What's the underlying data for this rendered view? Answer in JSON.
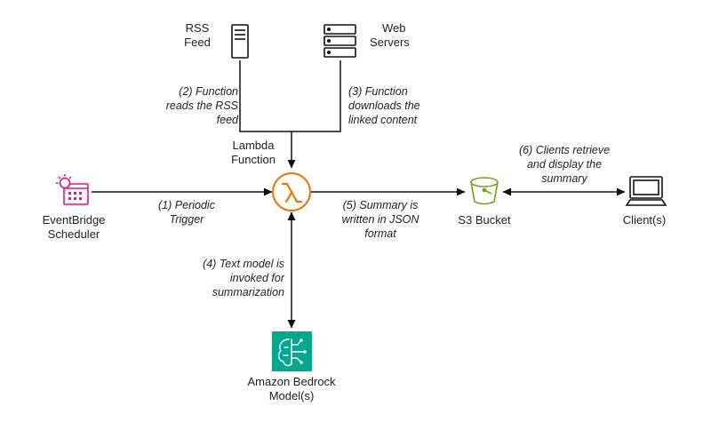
{
  "nodes": {
    "rss_feed": [
      "RSS",
      "Feed"
    ],
    "web_servers": [
      "Web",
      "Servers"
    ],
    "lambda": [
      "Lambda",
      "Function"
    ],
    "eventbridge": [
      "EventBridge",
      "Scheduler"
    ],
    "s3": [
      "S3 Bucket"
    ],
    "client": [
      "Client(s)"
    ],
    "bedrock": [
      "Amazon Bedrock",
      "Model(s)"
    ]
  },
  "steps": {
    "s1": [
      "(1) Periodic",
      "Trigger"
    ],
    "s2": [
      "(2) Function",
      "reads the RSS",
      "feed"
    ],
    "s3": [
      "(3) Function",
      "downloads the",
      "linked content"
    ],
    "s4": [
      "(4) Text model is",
      "invoked for",
      "summarization"
    ],
    "s5": [
      "(5) Summary is",
      "written in JSON",
      "format"
    ],
    "s6": [
      "(6) Clients retrieve",
      "and display the",
      "summary"
    ]
  },
  "colors": {
    "lambda": "#ED7100",
    "eventbridge": "#E7157B",
    "s3": "#7AA116",
    "bedrock": "#01A88D",
    "line": "#111111"
  },
  "icons": {
    "rss_feed": "server-icon",
    "web_servers": "server-rack-icon",
    "lambda": "lambda-icon",
    "eventbridge": "scheduler-icon",
    "s3": "bucket-icon",
    "client": "computer-icon",
    "bedrock": "bedrock-model-icon"
  }
}
